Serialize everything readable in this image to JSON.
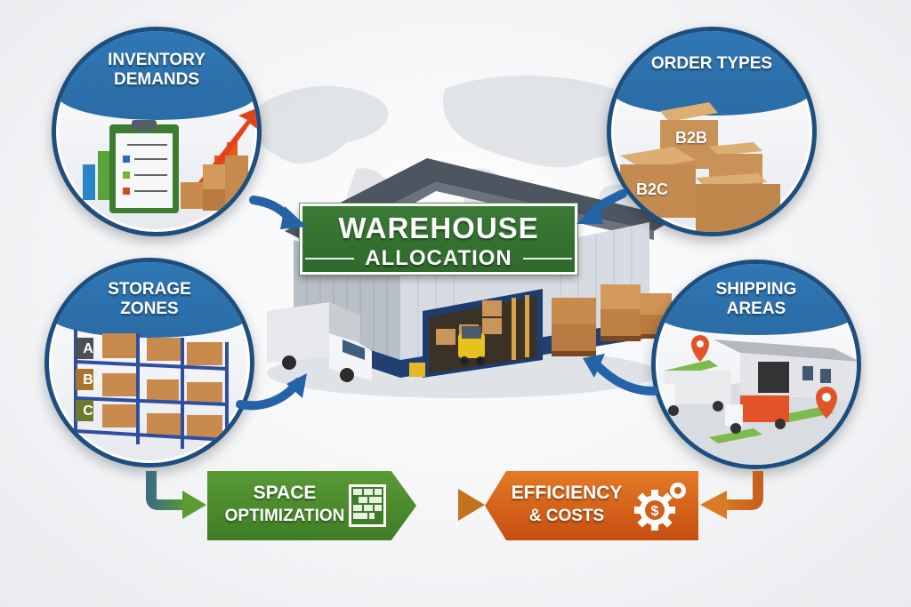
{
  "center": {
    "title_line1": "WAREHOUSE",
    "title_line2": "ALLOCATION"
  },
  "nodes": {
    "inventory": {
      "line1": "INVENTORY",
      "line2": "DEMANDS",
      "icon": "clipboard-chart-icon"
    },
    "orders": {
      "line1": "ORDER TYPES",
      "box_b2b": "B2B",
      "box_b2c": "B2C",
      "icon": "boxes-icon"
    },
    "storage": {
      "line1": "STORAGE",
      "line2": "ZONES",
      "zone_a": "A",
      "zone_b": "B",
      "zone_c": "C",
      "icon": "rack-icon"
    },
    "shipping": {
      "line1": "SHIPPING",
      "line2": "AREAS",
      "icon": "truck-depot-icon"
    }
  },
  "outcomes": {
    "space": {
      "line1": "SPACE",
      "line2": "OPTIMIZATION",
      "icon": "floor-grid-icon"
    },
    "efficiency": {
      "line1": "EFFICIENCY",
      "line2": "& COSTS",
      "icon": "dollar-gear-icon"
    }
  },
  "colors": {
    "circle_blue": "#2f77b4",
    "ring_navy": "#1d4f7e",
    "sign_green": "#2f6a2c",
    "space_green": "#4a8a2c",
    "efficiency_orange": "#d9621a",
    "arrow_blue": "#2563a8",
    "box_tan": "#c9955a"
  }
}
